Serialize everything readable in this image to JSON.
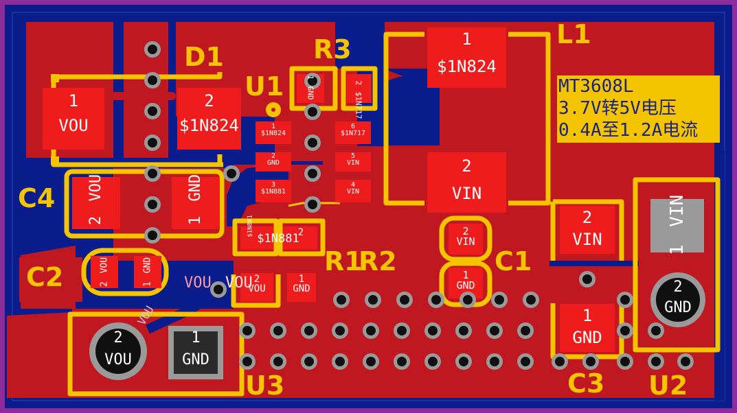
{
  "designators": {
    "d1": "D1",
    "r3": "R3",
    "u1": "U1",
    "l1": "L1",
    "c4": "C4",
    "c2": "C2",
    "r1": "R1",
    "r2": "R2",
    "c1": "C1",
    "u3": "U3",
    "c3": "C3",
    "u2": "U2"
  },
  "note": {
    "line1": "MT3608L",
    "line2": "3.7V转5V电压",
    "line3": "0.4A至1.2A电流"
  },
  "pads": {
    "d1_p1": {
      "num": "1",
      "net": "VOU"
    },
    "d1_p2": {
      "num": "2",
      "net": "$1N824"
    },
    "l1_p1": {
      "num": "1",
      "net": "$1N824"
    },
    "l1_p2": {
      "num": "2",
      "net": "VIN"
    },
    "c4_p2": {
      "num": "2",
      "net": "VOU"
    },
    "c4_p1": {
      "num": "1",
      "net": "GND"
    },
    "c2_p2": {
      "num": "2",
      "net": "VOU"
    },
    "c2_p1": {
      "num": "1",
      "net": "GND"
    },
    "u1_p1": {
      "num": "1",
      "net": "$1N824"
    },
    "u1_p2": {
      "num": "2",
      "net": "GND"
    },
    "u1_p3": {
      "num": "3",
      "net": "$1N881"
    },
    "u1_p5": {
      "num": "5",
      "net": "VIN"
    },
    "u1_p4": {
      "num": "4",
      "net": "VIN"
    },
    "u1_p6": {
      "num": "6",
      "net": "$1N717"
    },
    "r3_p1": {
      "num": "1",
      "net": "GND"
    },
    "r3_p2": {
      "num": "2",
      "net": "$1N717"
    },
    "r1_p1": {
      "net": "$1N881"
    },
    "r1_p2": {
      "num": "2"
    },
    "r1_lbl": {
      "net": "$1N881"
    },
    "r2_p2": {
      "num": "2",
      "net": "VOU"
    },
    "r2_p1": {
      "num": "1",
      "net": "GND"
    },
    "c1_p2": {
      "num": "2",
      "net": "VIN"
    },
    "c1_p1": {
      "num": "1",
      "net": "GND"
    },
    "c3_p2": {
      "num": "2",
      "net": "VIN"
    },
    "c3_p1": {
      "num": "1",
      "net": "GND"
    },
    "u2_p1": {
      "num": "1",
      "net": "VIN"
    },
    "u2_p2": {
      "num": "2",
      "net": "GND"
    },
    "u3_p2": {
      "num": "2",
      "net": "VOU"
    },
    "u3_p1": {
      "num": "1",
      "net": "GND"
    },
    "stray1": "VOU",
    "stray2": "VOU",
    "stray3": "VOU"
  },
  "colors": {
    "board_edge": "#8e2c9b",
    "background": "#0b1c8c",
    "copper": "#c01820",
    "pad": "#ee1c1c",
    "silkscreen": "#f5c400",
    "via": "#9a9a9a",
    "hole": "#101010"
  }
}
